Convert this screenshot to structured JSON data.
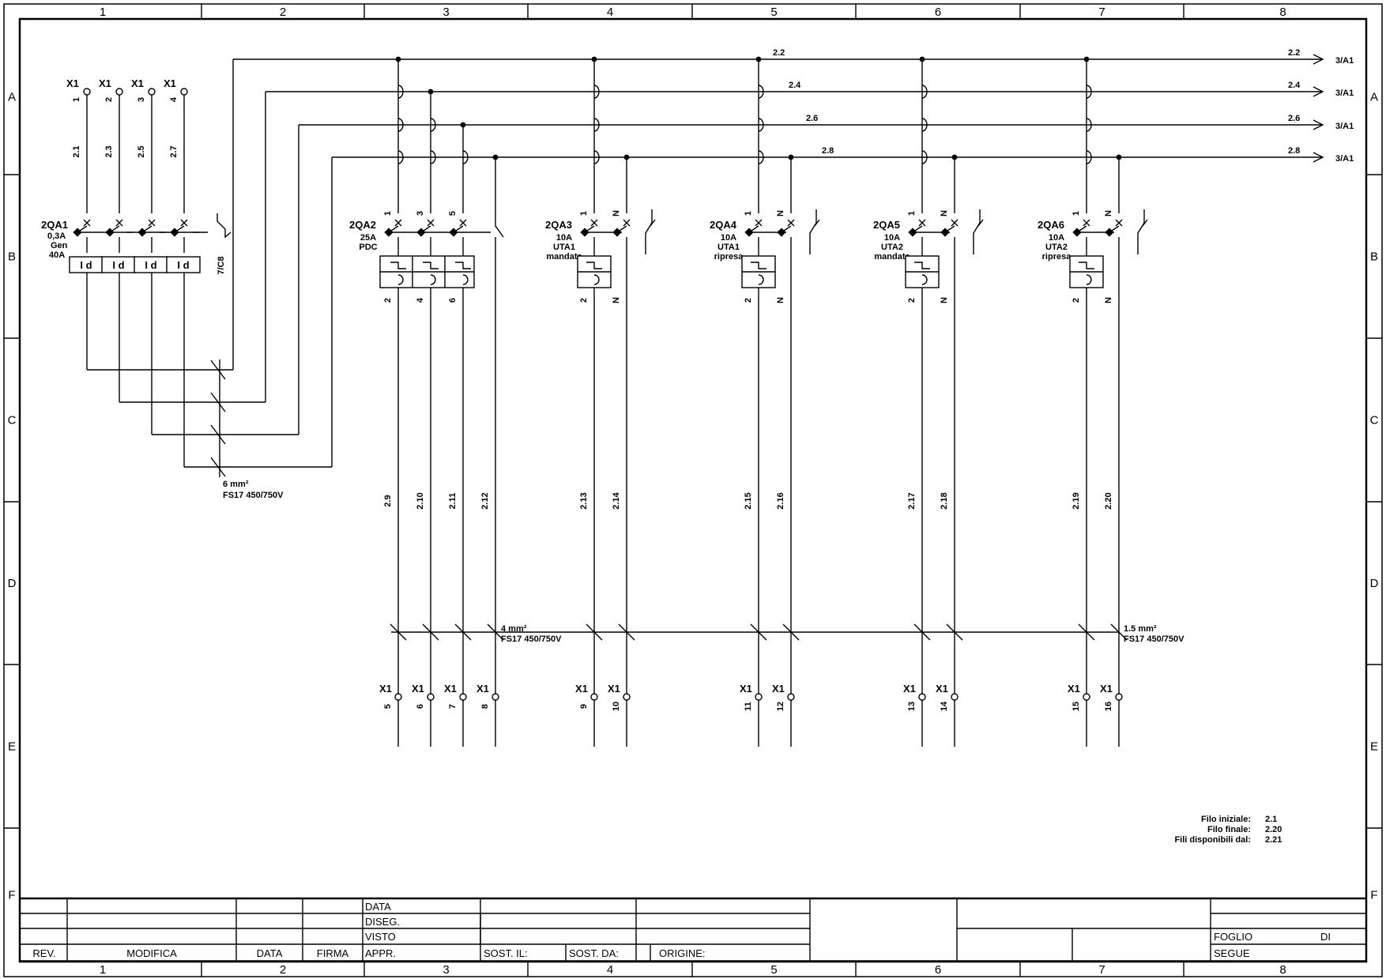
{
  "frame": {
    "columns": [
      "1",
      "2",
      "3",
      "4",
      "5",
      "6",
      "7",
      "8"
    ],
    "rows": [
      "A",
      "B",
      "C",
      "D",
      "E",
      "F"
    ]
  },
  "buses": [
    {
      "label": "2.2",
      "end_label": "2.2",
      "ref": "3/A1"
    },
    {
      "label": "2.4",
      "end_label": "2.4",
      "ref": "3/A1"
    },
    {
      "label": "2.6",
      "end_label": "2.6",
      "ref": "3/A1"
    },
    {
      "label": "2.8",
      "end_label": "2.8",
      "ref": "3/A1"
    }
  ],
  "input_terminals": [
    {
      "tag": "X1",
      "num": "1",
      "wire": "2.1"
    },
    {
      "tag": "X1",
      "num": "2",
      "wire": "2.3"
    },
    {
      "tag": "X1",
      "num": "3",
      "wire": "2.5"
    },
    {
      "tag": "X1",
      "num": "4",
      "wire": "2.7"
    }
  ],
  "main_breaker": {
    "tag": "2QA1",
    "info": [
      "0,3A",
      "Gen",
      "40A"
    ],
    "rcd_label": "I d",
    "aux_ref": "7/C8"
  },
  "input_cable": {
    "section": "6 mm²",
    "type": "FS17 450/750V"
  },
  "breakers": [
    {
      "tag": "2QA2",
      "info": [
        "25A",
        "PDC"
      ],
      "top": [
        "1",
        "3",
        "5"
      ],
      "bottom": [
        "2",
        "4",
        "6"
      ],
      "wires": [
        "2.9",
        "2.10",
        "2.11",
        "2.12"
      ],
      "terminals": [
        "5",
        "6",
        "7",
        "8"
      ]
    },
    {
      "tag": "2QA3",
      "info": [
        "10A",
        "UTA1",
        "mandata"
      ],
      "top": [
        "1",
        "N"
      ],
      "bottom": [
        "2",
        "N"
      ],
      "wires": [
        "2.13",
        "2.14"
      ],
      "terminals": [
        "9",
        "10"
      ]
    },
    {
      "tag": "2QA4",
      "info": [
        "10A",
        "UTA1",
        "ripresa"
      ],
      "top": [
        "1",
        "N"
      ],
      "bottom": [
        "2",
        "N"
      ],
      "wires": [
        "2.15",
        "2.16"
      ],
      "terminals": [
        "11",
        "12"
      ]
    },
    {
      "tag": "2QA5",
      "info": [
        "10A",
        "UTA2",
        "mandata"
      ],
      "top": [
        "1",
        "N"
      ],
      "bottom": [
        "2",
        "N"
      ],
      "wires": [
        "2.17",
        "2.18"
      ],
      "terminals": [
        "13",
        "14"
      ]
    },
    {
      "tag": "2QA6",
      "info": [
        "10A",
        "UTA2",
        "ripresa"
      ],
      "top": [
        "1",
        "N"
      ],
      "bottom": [
        "2",
        "N"
      ],
      "wires": [
        "2.19",
        "2.20"
      ],
      "terminals": [
        "15",
        "16"
      ]
    }
  ],
  "terminal_tag": "X1",
  "cable_4": {
    "section": "4 mm²",
    "type": "FS17 450/750V"
  },
  "cable_15": {
    "section": "1.5 mm²",
    "type": "FS17 450/750V"
  },
  "wire_info": {
    "start_label": "Filo iniziale:",
    "start_value": "2.1",
    "end_label": "Filo finale:",
    "end_value": "2.20",
    "free_label": "Fili disponibili dal:",
    "free_value": "2.21"
  },
  "title_block": {
    "rev": "REV.",
    "modifica": "MODIFICA",
    "data": "DATA",
    "firma": "FIRMA",
    "data2": "DATA",
    "diseg": "DISEG.",
    "visto": "VISTO",
    "appr": "APPR.",
    "sost_il": "SOST. IL:",
    "sost_da": "SOST. DA:",
    "origine": "ORIGINE:",
    "foglio": "FOGLIO",
    "di": "DI",
    "segue": "SEGUE"
  }
}
